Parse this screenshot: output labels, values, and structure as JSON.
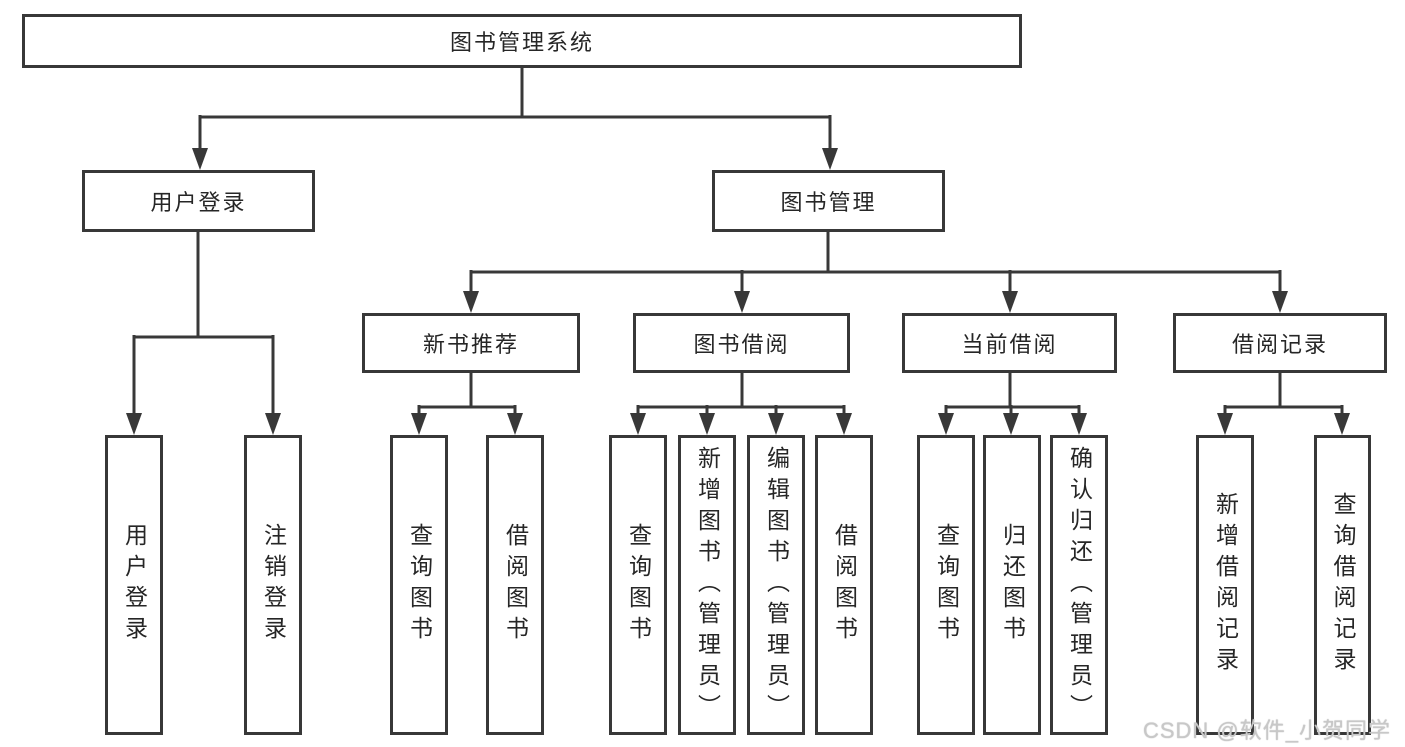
{
  "tree": {
    "root": "图书管理系统",
    "login": {
      "label": "用户登录",
      "children": [
        "用户登录",
        "注销登录"
      ]
    },
    "manage": {
      "label": "图书管理",
      "children": [
        {
          "label": "新书推荐",
          "children": [
            "查询图书",
            "借阅图书"
          ]
        },
        {
          "label": "图书借阅",
          "children": [
            "查询图书",
            "新增图书（管理员）",
            "编辑图书（管理员）",
            "借阅图书"
          ]
        },
        {
          "label": "当前借阅",
          "children": [
            "查询图书",
            "归还图书",
            "确认归还（管理员）"
          ]
        },
        {
          "label": "借阅记录",
          "children": [
            "新增借阅记录",
            "查询借阅记录"
          ]
        }
      ]
    }
  },
  "watermark": "CSDN @软件_小贺同学",
  "colors": {
    "line": "#383838",
    "box_border": "#383838",
    "text": "#262626",
    "background": "#ffffff",
    "watermark": "#c8c8c8"
  }
}
